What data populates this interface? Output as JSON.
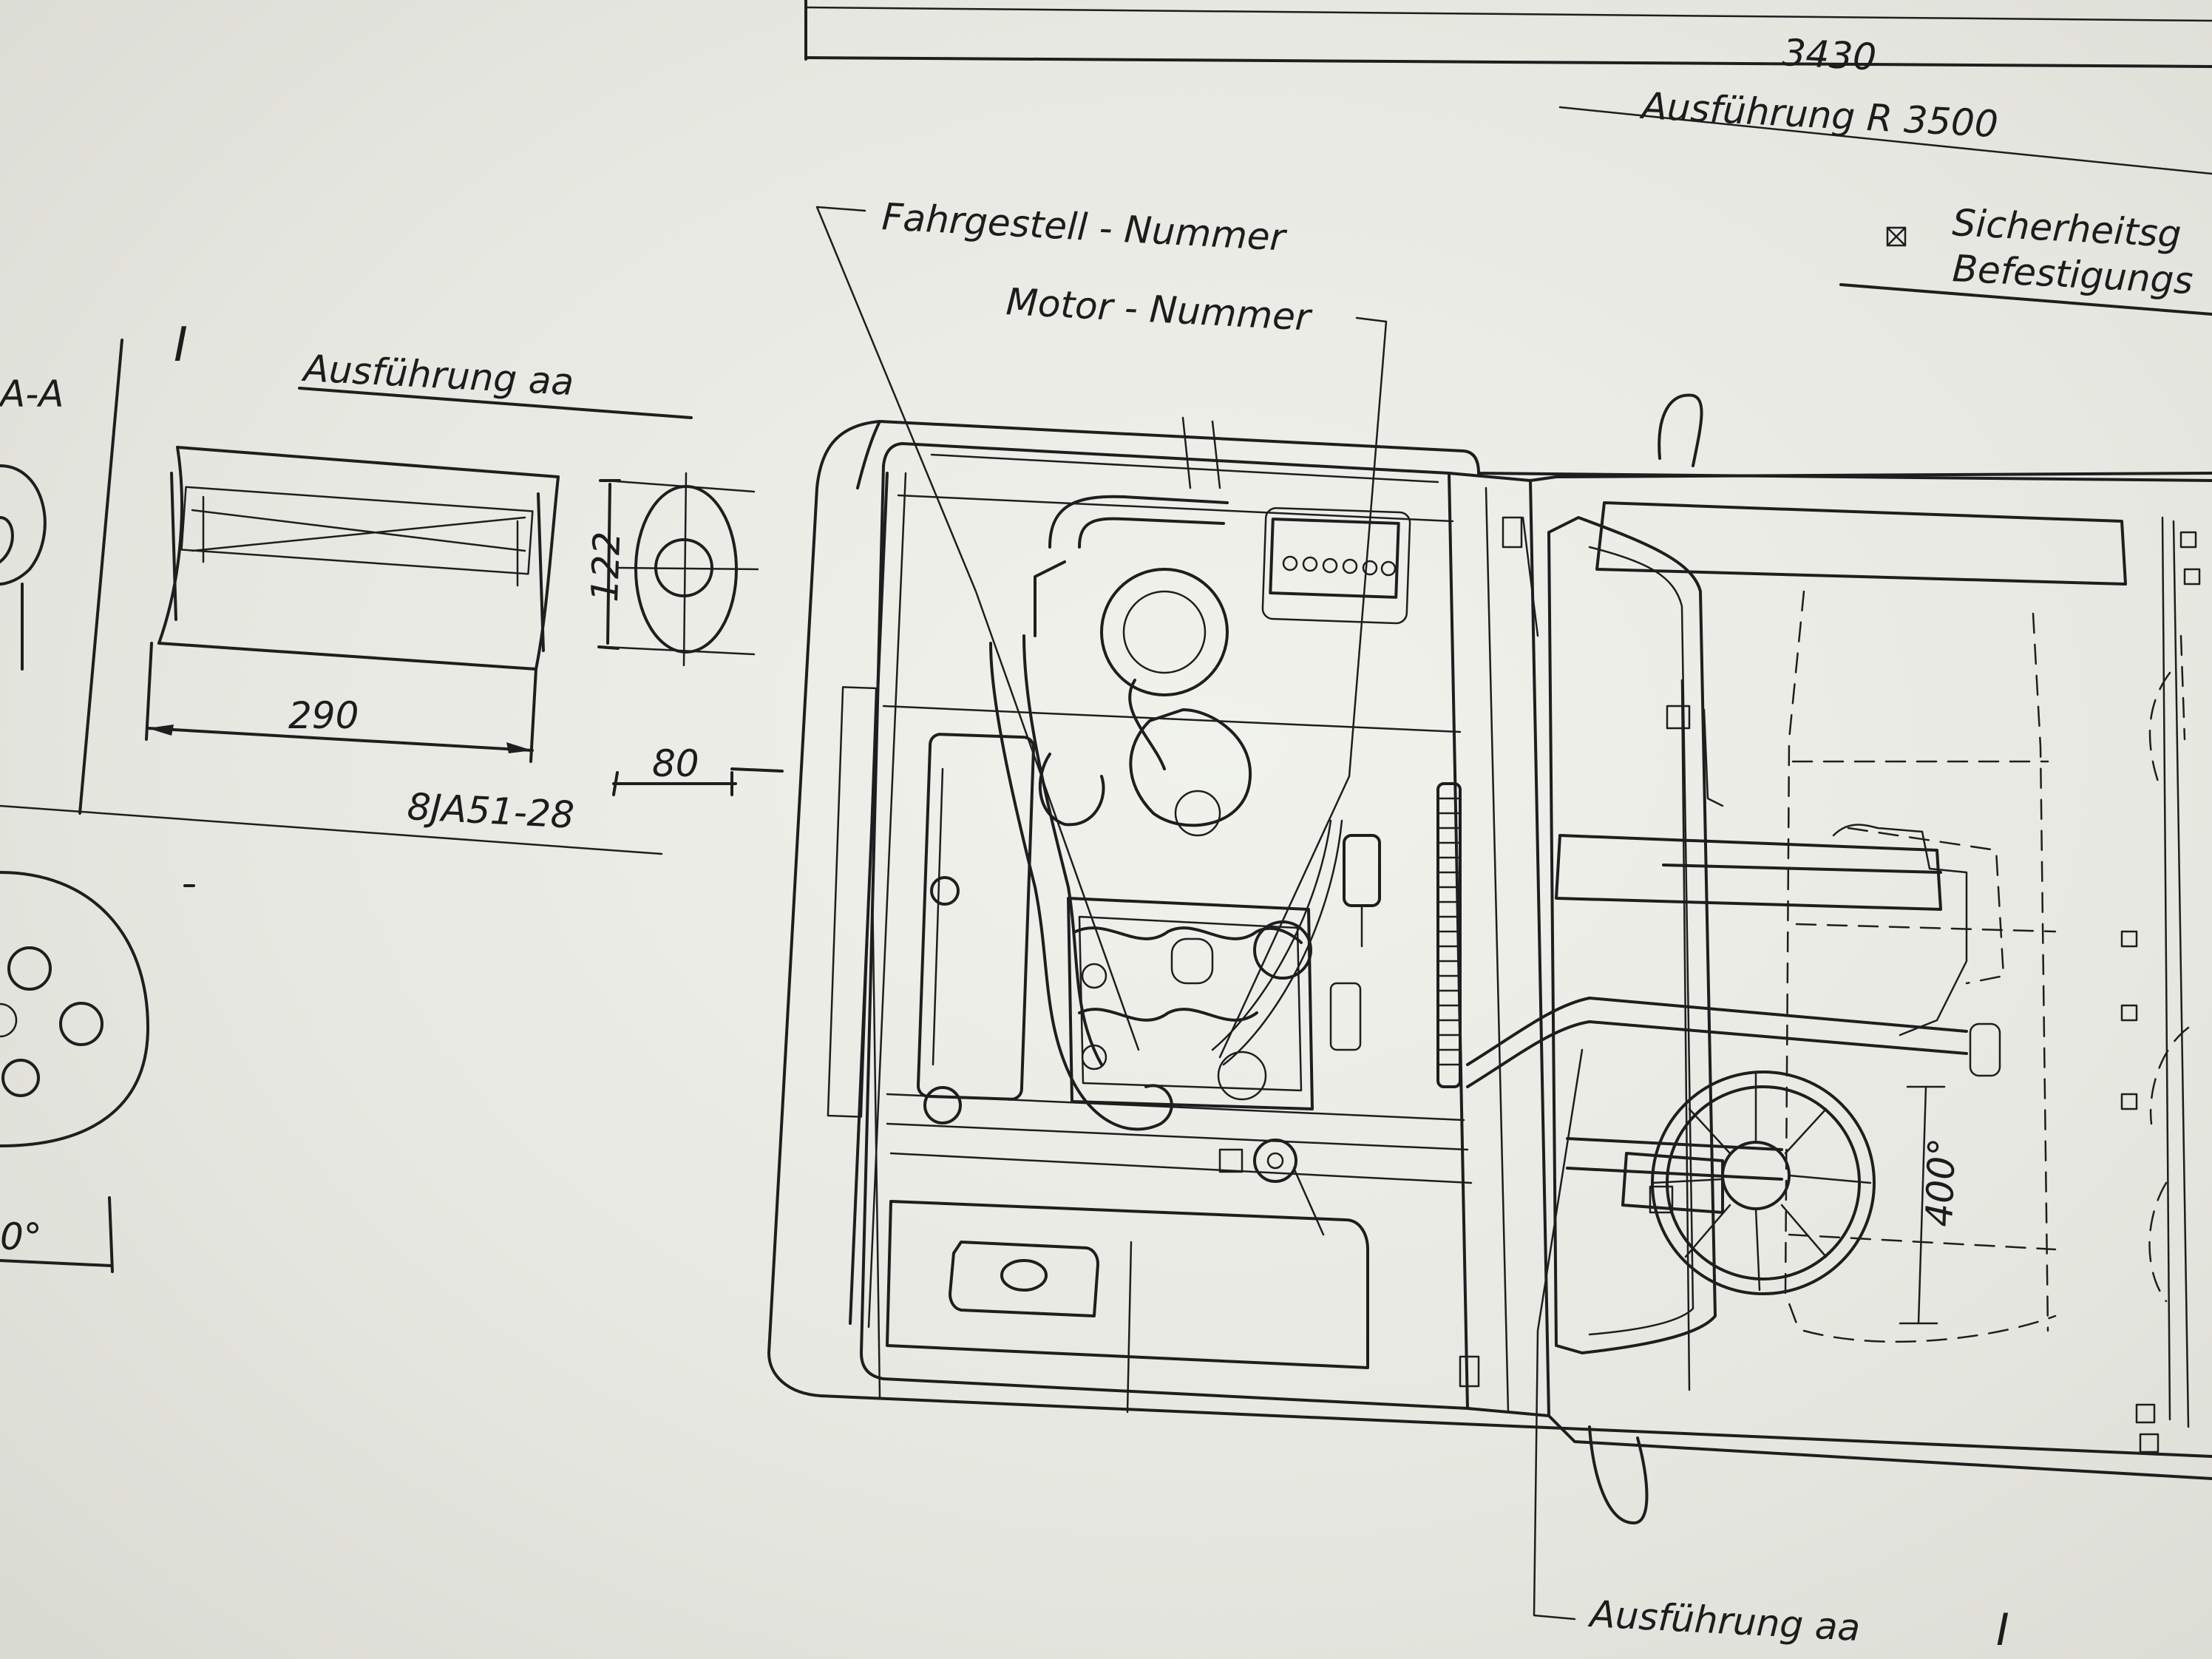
{
  "labels": {
    "dim_3430": "3430",
    "ausfuehrung_r3500": "Ausführung  R  3500",
    "fahrgestell_nummer": "Fahrgestell - Nummer",
    "motor_nummer": "Motor - Nummer",
    "sicherheitsg_line1": "Sicherheitsg",
    "sicherheitsg_line2": "Befestigungs",
    "detail_marker": "I",
    "ausfuehrung_aa_top": "Ausführung   aa",
    "section_aa": "A-A",
    "dim_122": "122",
    "dim_290": "290",
    "dim_80": "80",
    "part_number": "8JA51-28",
    "dim_400": "400°",
    "angle_left": "0°",
    "ausfuehrung_aa_bottom": "Ausführung   aa",
    "detail_marker_bottom": "I"
  },
  "colors": {
    "paper": "#eceee8",
    "ink": "#1e1e1e"
  }
}
